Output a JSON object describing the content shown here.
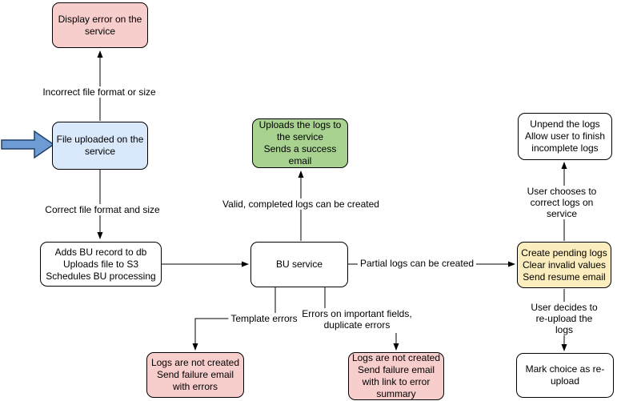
{
  "colors": {
    "node_border": "#000000",
    "pink": "#f8cecc",
    "blue": "#dae8fc",
    "green": "#a8d28f",
    "yellow": "#fbedbd",
    "white": "#ffffff",
    "line": "#000000",
    "input_arrow_fill": "#6e9bd3",
    "input_arrow_stroke": "#1f4068"
  },
  "nodes": {
    "display_error": {
      "text": "Display error on the\nservice"
    },
    "file_uploaded": {
      "text": "File uploaded on the\nservice"
    },
    "adds_bu_record": {
      "text": "Adds BU record to db\nUploads file to S3\nSchedules BU processing"
    },
    "uploads_logs": {
      "text": "Uploads the logs to\nthe service\nSends a success\nemail"
    },
    "bu_service": {
      "text": "BU service"
    },
    "unpend_logs": {
      "text": "Unpend the logs\nAllow user to finish\nincomplete logs"
    },
    "create_pending": {
      "text": "Create pending logs\nClear invalid values\nSend resume email"
    },
    "mark_choice": {
      "text": "Mark choice as re-\nupload"
    },
    "logs_not_created_errors": {
      "text": "Logs are not created\nSend failure email\nwith errors"
    },
    "logs_not_created_summary": {
      "text": "Logs are not created\nSend failure email\nwith link to error\nsummary"
    }
  },
  "edge_labels": {
    "incorrect_file": "Incorrect file format or size",
    "correct_file": "Correct file format and size",
    "valid_logs": "Valid, completed logs can be created",
    "partial_logs": "Partial logs can be created",
    "template_errors": "Template errors",
    "important_fields": "Errors on important fields,\nduplicate errors",
    "user_corrects": "User chooses to correct logs on service",
    "user_reuploads": "User decides to re-upload the logs"
  }
}
